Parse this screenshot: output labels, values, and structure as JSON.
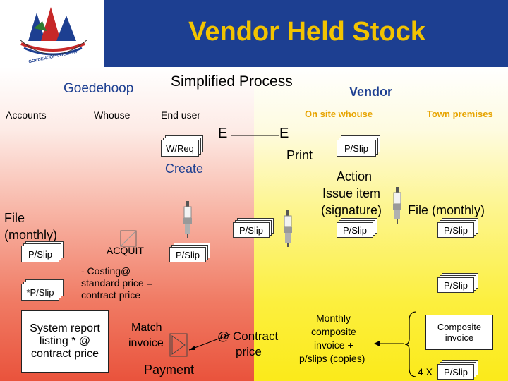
{
  "title": "Vendor Held Stock",
  "logo_text": "GOEDEHOOP COLLIERY",
  "headings": {
    "goedehoop": "Goedehoop",
    "process": "Simplified Process",
    "vendor": "Vendor"
  },
  "columns": {
    "accounts": "Accounts",
    "whouse": "Whouse",
    "end_user": "End user",
    "on_site": "On site whouse",
    "town": "Town premises"
  },
  "labels": {
    "e1": "E",
    "e2": "E",
    "wreq": "W/Req",
    "create": "Create",
    "print": "Print",
    "pslip": "P/Slip",
    "action": "Action",
    "issue_item": "Issue item",
    "signature": "(signature)",
    "file_monthly_right": "File (monthly)",
    "file": "File",
    "monthly": "(monthly)",
    "acquit": "ACQUIT",
    "star_pslip": "*P/Slip",
    "costing_1": "- Costing@",
    "costing_2": "standard price =",
    "costing_3": "contract price",
    "system_report_1": "System report",
    "system_report_2": "listing * @",
    "system_report_3": "contract price",
    "match_1": "Match",
    "match_2": "invoice",
    "payment": "Payment",
    "contract_1": "@ Contract",
    "contract_2": "price",
    "monthly_1": "Monthly",
    "monthly_2": "composite",
    "monthly_3": "invoice +",
    "monthly_4": "p/slips (copies)",
    "composite_1": "Composite",
    "composite_2": "invoice",
    "four_x": "4 X"
  },
  "colors": {
    "header_bar": "#1d3f91",
    "title": "#f2c300",
    "goedehoop_heading": "#1d3f91",
    "vendor_heading": "#1d3f91",
    "vendor_columns": "#e7a400",
    "left_gradient_end": "#e9533c",
    "right_gradient_end": "#fbea1a"
  },
  "icons": [
    "logo-icon",
    "spark-plug-icon",
    "checkbox-icon",
    "play-icon",
    "brace-icon",
    "arrow-icon"
  ]
}
